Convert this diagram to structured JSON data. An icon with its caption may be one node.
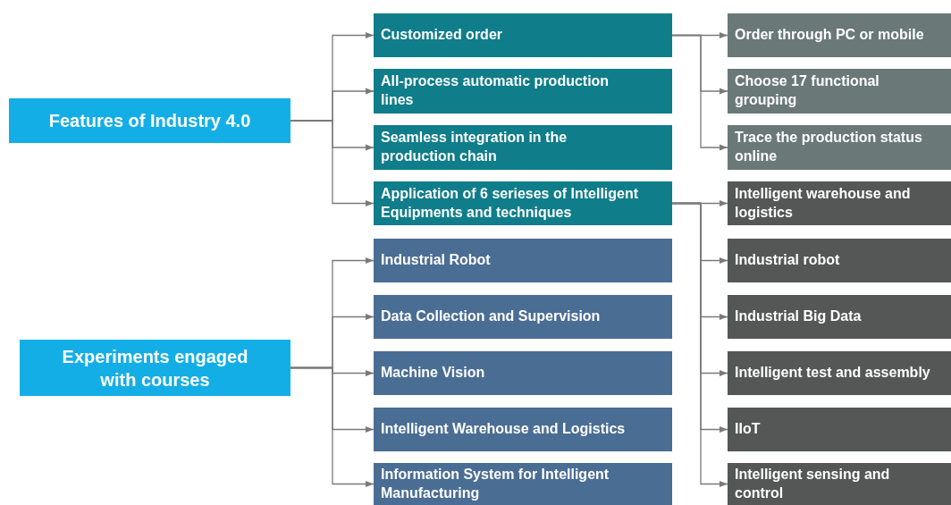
{
  "diagram": {
    "nodes": [
      {
        "text": [
          "Features of Industry 4.0"
        ]
      },
      {
        "text": [
          "Customized order"
        ]
      },
      {
        "text": [
          "All-process automatic production lines"
        ]
      },
      {
        "text": [
          "Seamless integration in the production chain"
        ]
      },
      {
        "text": [
          "Application of 6 serieses of Intelligent Equipments and techniques"
        ]
      },
      {
        "text": [
          "Order through PC or mobile"
        ]
      },
      {
        "text": [
          "Choose 17 functional grouping"
        ]
      },
      {
        "text": [
          "Trace the production status online"
        ]
      },
      {
        "text": [
          "Intelligent warehouse and logistics"
        ]
      },
      {
        "text": [
          "Industrial robot"
        ]
      },
      {
        "text": [
          "Industrial Big Data"
        ]
      },
      {
        "text": [
          "Intelligent test and assembly"
        ]
      },
      {
        "text": [
          "IIoT"
        ]
      },
      {
        "text": [
          "Intelligent sensing and control"
        ]
      },
      {
        "text": [
          "Experiments engaged with courses"
        ]
      },
      {
        "text": [
          "Industrial Robot"
        ]
      },
      {
        "text": [
          "Data Collection and Supervision"
        ]
      },
      {
        "text": [
          "Machine Vision"
        ]
      },
      {
        "text": [
          "Intelligent Warehouse and Logistics"
        ]
      },
      {
        "text": [
          "Information System for Intelligent Manufacturing"
        ]
      }
    ],
    "edges": [
      {
        "from": 0,
        "to": 1,
        "arrow": "to"
      },
      {
        "from": 0,
        "to": 2,
        "arrow": "to"
      },
      {
        "from": 0,
        "to": 3,
        "arrow": "to"
      },
      {
        "from": 0,
        "to": 4,
        "arrow": "to"
      },
      {
        "from": 1,
        "to": 5,
        "arrow": "to"
      },
      {
        "from": 1,
        "to": 6,
        "arrow": "to"
      },
      {
        "from": 1,
        "to": 7,
        "arrow": "to"
      },
      {
        "from": 4,
        "to": 8,
        "arrow": "to"
      },
      {
        "from": 4,
        "to": 9,
        "arrow": "to"
      },
      {
        "from": 4,
        "to": 10,
        "arrow": "to"
      },
      {
        "from": 4,
        "to": 11,
        "arrow": "to"
      },
      {
        "from": 4,
        "to": 12,
        "arrow": "to"
      },
      {
        "from": 4,
        "to": 13,
        "arrow": "to"
      },
      {
        "from": 14,
        "to": 15,
        "arrow": "to"
      },
      {
        "from": 14,
        "to": 16,
        "arrow": "to"
      },
      {
        "from": 14,
        "to": 17,
        "arrow": "to"
      },
      {
        "from": 14,
        "to": 18,
        "arrow": "to"
      },
      {
        "from": 14,
        "to": 19,
        "arrow": "to"
      }
    ]
  }
}
